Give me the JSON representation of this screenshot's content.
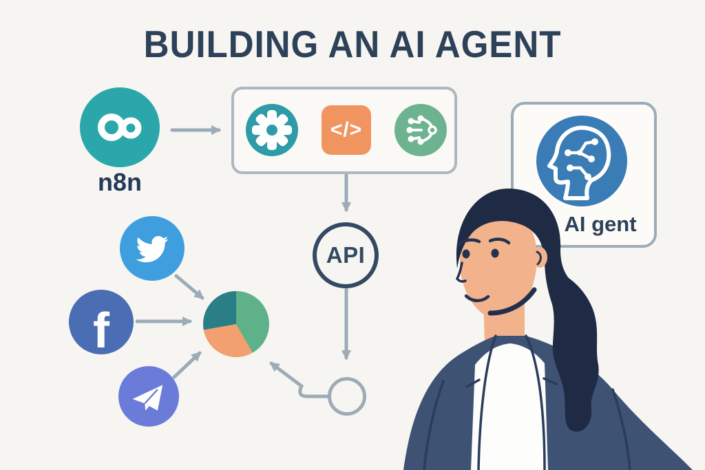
{
  "title": "BUILDING AN AI AGENT",
  "colors": {
    "background": "#f6f5f2",
    "title_navy": "#2d4158",
    "n8n_teal": "#2ba7ac",
    "gear_teal": "#2f9aa8",
    "code_orange": "#f0955f",
    "network_green": "#6db390",
    "twitter_blue": "#3f9edd",
    "facebook_blue": "#4a6db4",
    "telegram_blue": "#6b7cd8",
    "agent_blue": "#3a7cb5",
    "api_navy": "#344a63",
    "arrow_gray": "#9dabb6",
    "box_border_gray": "#aeb6bf",
    "hair_navy": "#1f2b45",
    "skin": "#f2b28c",
    "blazer_blue": "#3e5273",
    "shirt_white": "#fdfdfc"
  },
  "nodes": {
    "n8n": {
      "label": "n8n",
      "icon": "infinity-icon"
    },
    "workflow_box": {
      "steps": [
        {
          "icon": "gear-icon"
        },
        {
          "icon": "code-icon",
          "glyph": "</>"
        },
        {
          "icon": "network-icon"
        }
      ]
    },
    "api": {
      "label": "API"
    },
    "loop": {
      "icon": "circle-node"
    },
    "agent_badge": {
      "label": "AI gent",
      "icon": "head-circuit-icon"
    },
    "social": [
      {
        "name": "twitter",
        "icon": "twitter-bird-icon"
      },
      {
        "name": "facebook",
        "icon": "facebook-f-icon",
        "glyph": "f"
      },
      {
        "name": "telegram",
        "icon": "telegram-plane-icon"
      }
    ]
  },
  "pie": {
    "type": "pie",
    "slices": [
      {
        "name": "green",
        "color": "#5eb189",
        "deg": 150,
        "approx_percent": 42
      },
      {
        "name": "orange",
        "color": "#f2a06f",
        "deg": 110,
        "approx_percent": 30
      },
      {
        "name": "teal",
        "color": "#2a7e86",
        "deg": 100,
        "approx_percent": 28
      }
    ]
  },
  "figure": {
    "description": "illustrated woman in navy blazer with ponytail"
  }
}
